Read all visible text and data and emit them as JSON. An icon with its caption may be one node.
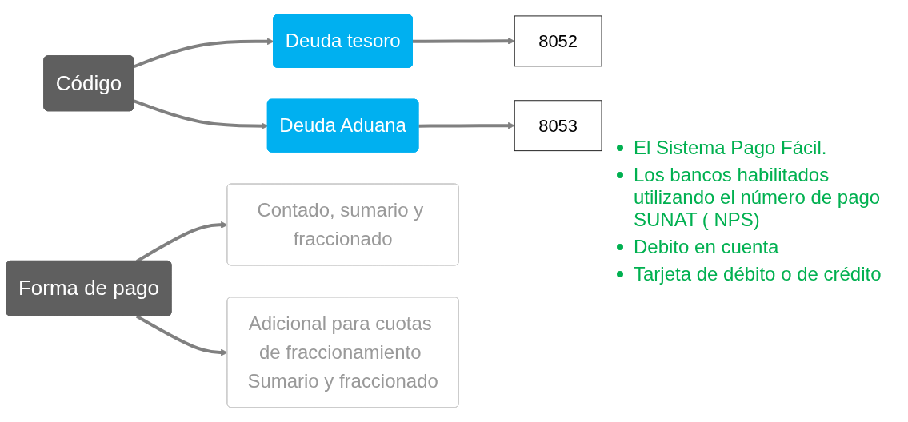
{
  "diagram": {
    "nodes": [
      {
        "text": [
          "Código"
        ]
      },
      {
        "text": [
          "Deuda tesoro"
        ]
      },
      {
        "text": [
          "Deuda Aduana"
        ]
      },
      {
        "text": [
          "8052"
        ]
      },
      {
        "text": [
          "8053"
        ]
      },
      {
        "text": [
          "Forma de pago"
        ]
      },
      {
        "text": [
          "Contado, sumario y fraccionado"
        ]
      },
      {
        "text": [
          "Adicional para cuotas de fraccionamiento Sumario y fraccionado"
        ]
      }
    ],
    "edges": [
      {
        "from": 0,
        "to": 1,
        "arrow": "to"
      },
      {
        "from": 0,
        "to": 2,
        "arrow": "to"
      },
      {
        "from": 1,
        "to": 3,
        "arrow": "to"
      },
      {
        "from": 2,
        "to": 4,
        "arrow": "to"
      },
      {
        "from": 5,
        "to": 6,
        "arrow": "to"
      },
      {
        "from": 5,
        "to": 7,
        "arrow": "to"
      }
    ],
    "labels": [
      "El Sistema Pago Fácil.",
      "Los bancos habilitados utilizando el número de pago SUNAT ( NPS)",
      "Debito en cuenta",
      "Tarjeta de débito o de crédito"
    ]
  }
}
